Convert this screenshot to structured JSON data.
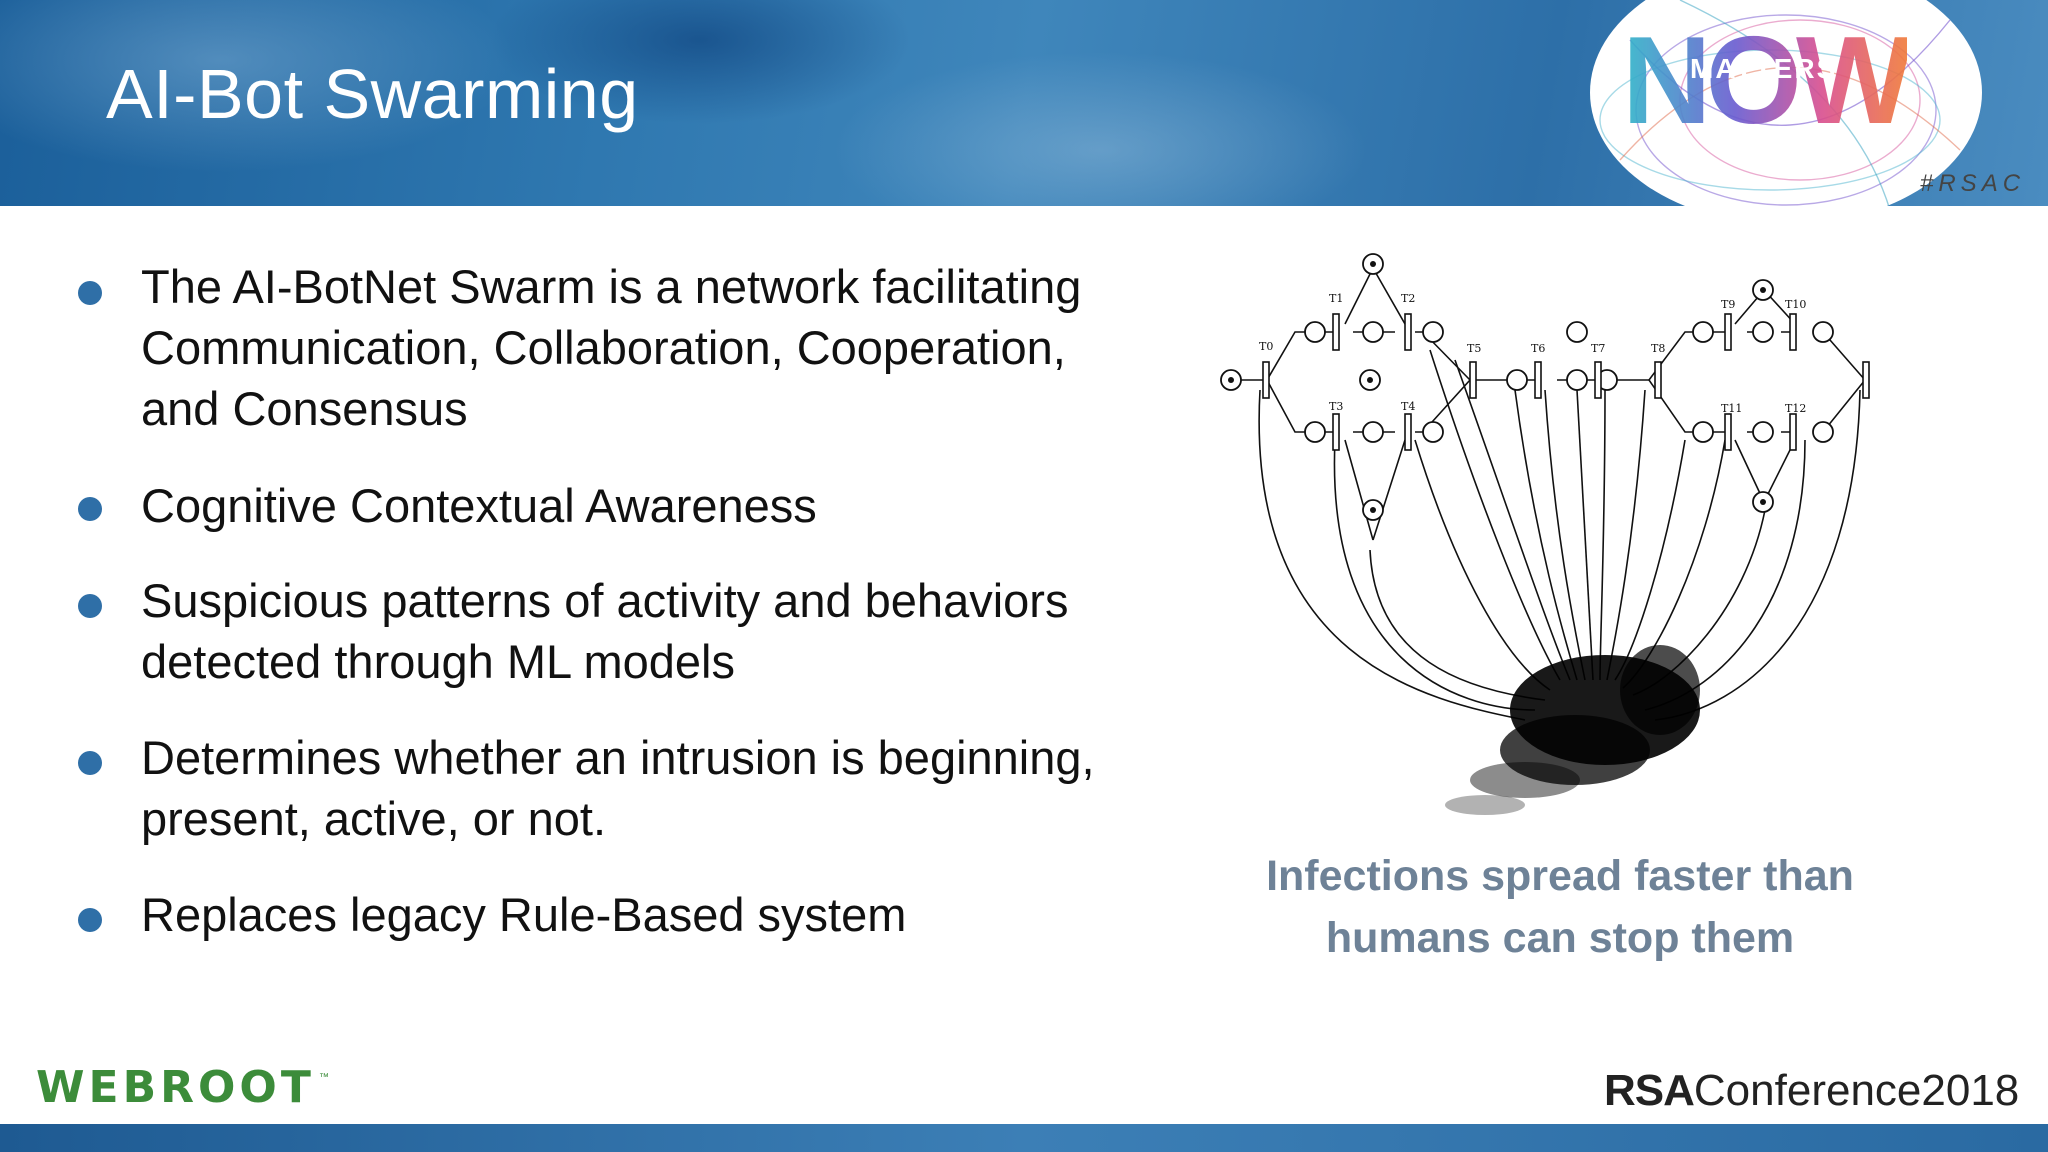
{
  "slide": {
    "title": "AI-Bot Swarming",
    "hashtag": "#RSAC",
    "badge": {
      "matters_text": "MATTERS",
      "now_text": "NOW"
    },
    "bullets": [
      {
        "text": "The AI-BotNet Swarm is a network facilitating Communication, Collaboration, Cooperation, and Consensus"
      },
      {
        "text": "Cognitive Contextual Awareness"
      },
      {
        "text": "Suspicious patterns of activity and behaviors detected through ML models"
      },
      {
        "text": "Determines whether an intrusion is beginning, present, active, or not."
      },
      {
        "text": "Replaces legacy Rule-Based system"
      }
    ],
    "diagram": {
      "transition_labels": [
        "T0",
        "T1",
        "T2",
        "T3",
        "T4",
        "T5",
        "T6",
        "T7",
        "T8",
        "T9",
        "T10",
        "T11",
        "T12"
      ]
    },
    "caption": {
      "line1": "Infections spread faster than",
      "line2": "humans can stop them"
    },
    "footer": {
      "left_logo": "WEBROOT",
      "rsa_logo": "RSA",
      "conference_text": "Conference2018"
    }
  },
  "colors": {
    "header_blue": "#2f78b0",
    "bullet_blue": "#2f6fa7",
    "caption_gray": "#6e8297",
    "webroot_green": "#3c8c3a"
  }
}
